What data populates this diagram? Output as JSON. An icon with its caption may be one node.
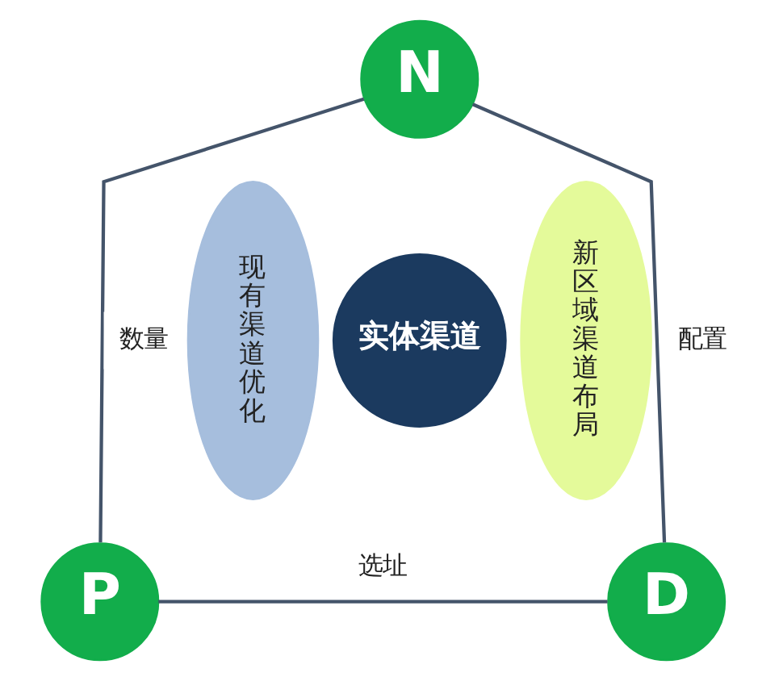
{
  "diagram": {
    "nodes": [
      {
        "text": [
          "N"
        ]
      },
      {
        "text": [
          "现有渠道优化"
        ]
      },
      {
        "text": [
          "新区域渠道布局"
        ]
      },
      {
        "text": [
          "实体渠道"
        ]
      },
      {
        "text": [
          "P"
        ]
      },
      {
        "text": [
          "D"
        ]
      }
    ],
    "edges": [
      {
        "from": 0,
        "to": 4,
        "arrow": "none",
        "label": "数量"
      },
      {
        "from": 0,
        "to": 5,
        "arrow": "none",
        "label": "配置"
      },
      {
        "from": 4,
        "to": 5,
        "arrow": "none",
        "label": "选址"
      }
    ]
  }
}
